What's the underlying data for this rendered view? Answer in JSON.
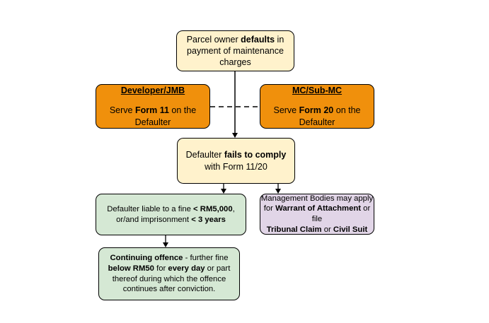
{
  "nodes": {
    "defaults": {
      "text_a": "Parcel owner ",
      "bold_a": "defaults",
      "text_b": " in",
      "text_c": "payment of maintenance",
      "text_d": "charges"
    },
    "developer": {
      "title": "Developer/JMB",
      "text_a": "Serve ",
      "bold_a": "Form 11",
      "text_b": " on the",
      "text_c": "Defaulter"
    },
    "mc": {
      "title": "MC/Sub-MC",
      "text_a": "Serve ",
      "bold_a": "Form 20",
      "text_b": " on the",
      "text_c": "Defaulter"
    },
    "fails": {
      "text_a": "Defaulter ",
      "bold_a": "fails to comply",
      "text_b": "with Form 11/20"
    },
    "fine": {
      "text_a": "Defaulter liable to a fine ",
      "bold_a": "< RM5,000",
      "text_b": ",",
      "text_c": "or/and imprisonment ",
      "bold_b": "< 3 years"
    },
    "management": {
      "text_a": "Management Bodies may apply",
      "text_b": "for ",
      "bold_a": "Warrant of Attachment",
      "text_c": " or file",
      "bold_b": "Tribunal Claim",
      "text_d": " or ",
      "bold_c": "Civil Suit"
    },
    "continuing": {
      "bold_a": "Continuing offence",
      "text_a": " - further fine",
      "bold_b": "below RM50",
      "text_b": " for ",
      "bold_c": "every day",
      "text_c": " or part",
      "text_d": "thereof during which the offence",
      "text_e": "continues after conviction."
    }
  },
  "colors": {
    "yellow": "#fff2cc",
    "orange": "#f0900c",
    "green": "#d5e8d4",
    "purple": "#e1d5e7",
    "stroke": "#000000"
  }
}
